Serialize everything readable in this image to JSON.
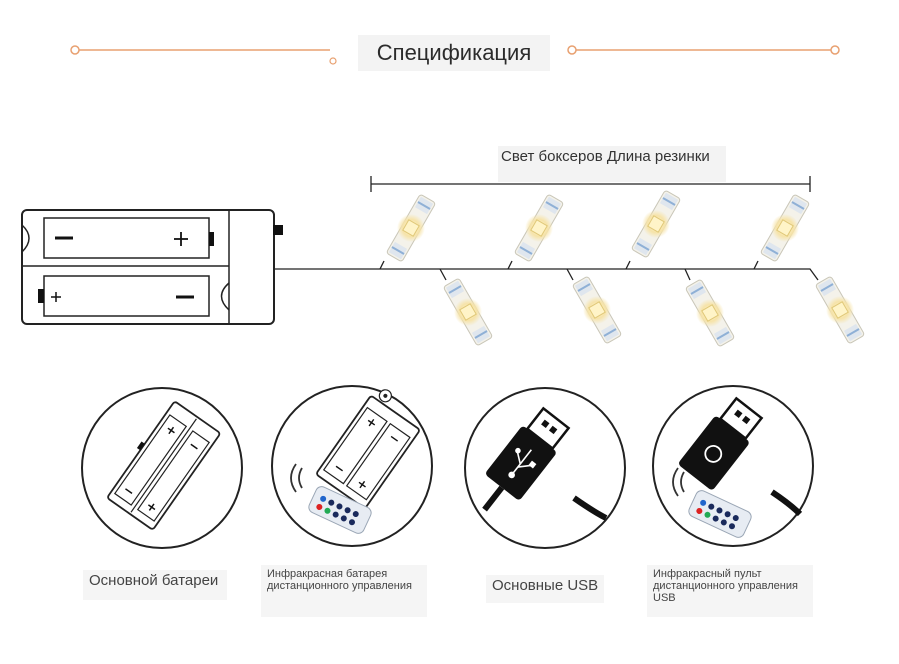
{
  "page": {
    "title": "Спецификация",
    "length_label": "Свет боксеров Длина резинки",
    "accent_color": "#e8a070"
  },
  "options": [
    {
      "label": "Основной батареи",
      "icon": "battery-box-icon"
    },
    {
      "label": "Инфракрасная батарея дистанционного управления",
      "icon": "battery-remote-icon"
    },
    {
      "label": "Основные USB",
      "icon": "usb-plug-icon"
    },
    {
      "label": "Инфракрасный пульт дистанционного управления USB",
      "icon": "usb-remote-icon"
    }
  ]
}
